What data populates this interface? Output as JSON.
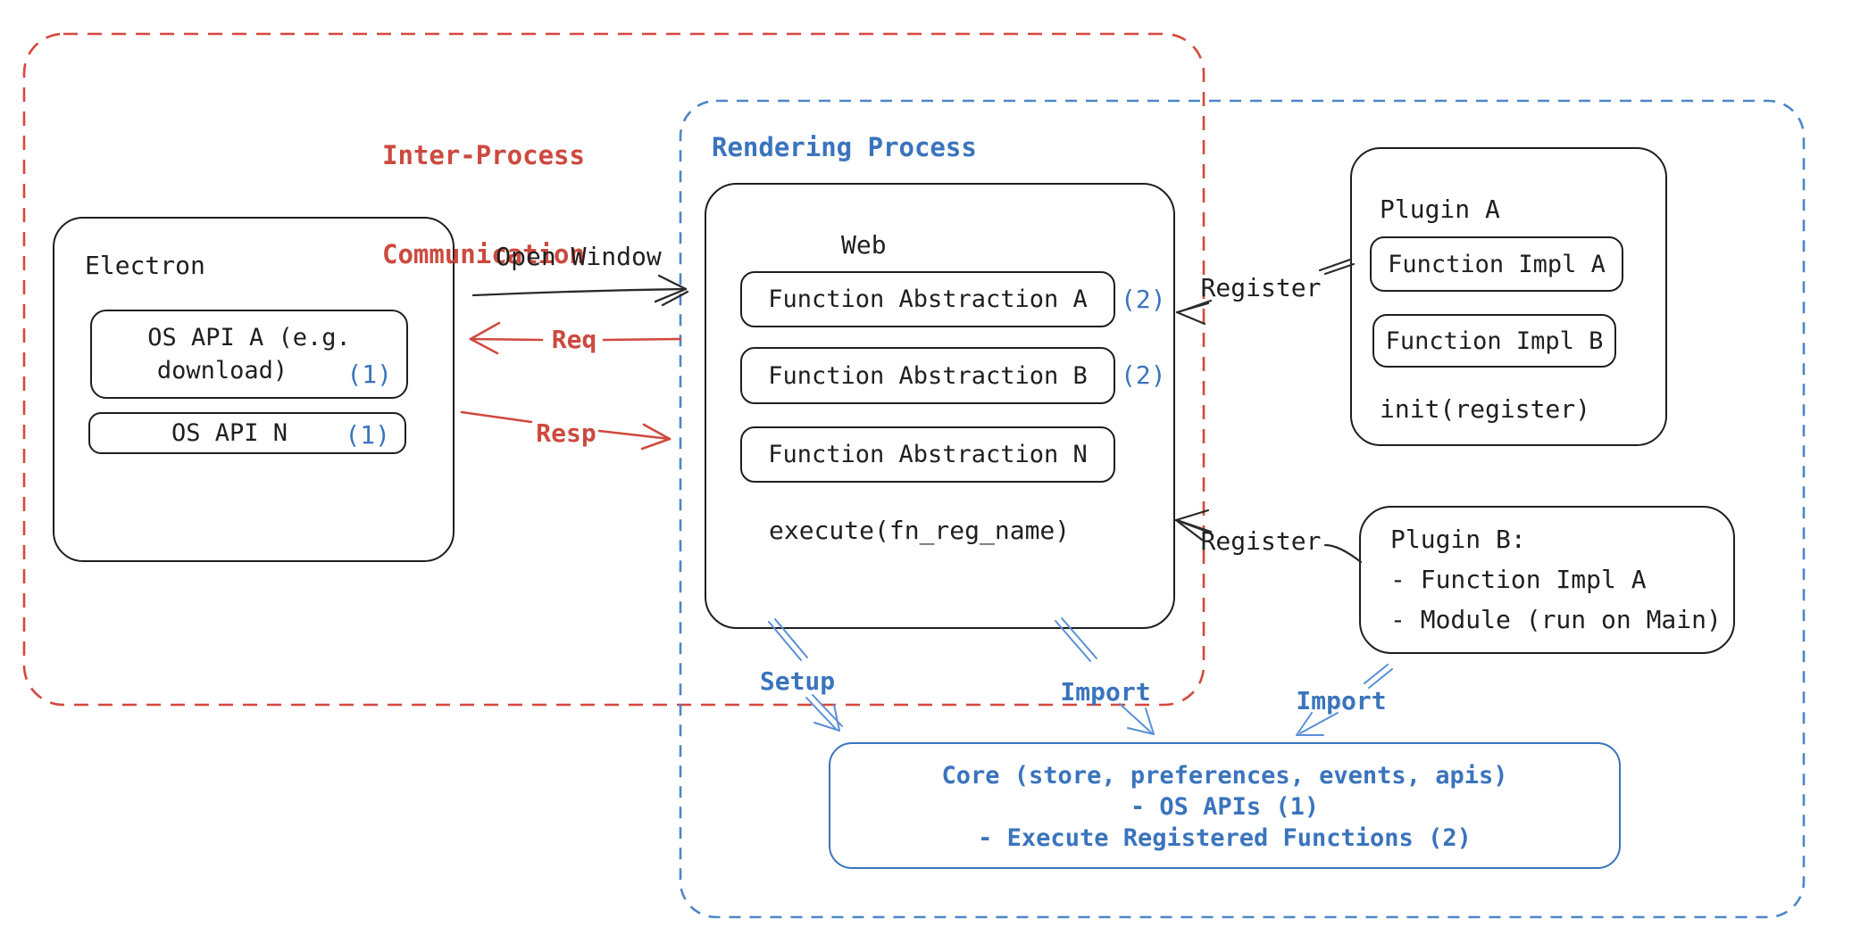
{
  "colors": {
    "red": "#cc4a3f",
    "blue": "#3a74bd",
    "ink": "#1f1f1f"
  },
  "ipc_frame": {
    "title_line1": "Inter-Process",
    "title_line2": "Communication"
  },
  "flow": {
    "open_window": "Open Window",
    "req": "Req",
    "resp": "Resp",
    "register_top": "Register",
    "register_bottom": "Register",
    "setup": "Setup",
    "import_mid": "Import",
    "import_right": "Import"
  },
  "electron": {
    "title": "Electron",
    "os_api_a": {
      "line1": "OS API A (e.g.",
      "line2": "download)",
      "ref": "(1)"
    },
    "os_api_n": {
      "label": "OS API N",
      "ref": "(1)"
    }
  },
  "rendering": {
    "title": "Rendering Process",
    "web": {
      "title": "Web",
      "items": [
        {
          "label": "Function Abstraction A",
          "ref": "(2)"
        },
        {
          "label": "Function Abstraction B",
          "ref": "(2)"
        },
        {
          "label": "Function Abstraction N",
          "ref": ""
        }
      ],
      "execute": "execute(fn_reg_name)"
    }
  },
  "plugin_a": {
    "title": "Plugin A",
    "impl_a": "Function Impl A",
    "impl_b": "Function Impl B",
    "init": "init(register)"
  },
  "plugin_b": {
    "line1": "Plugin B:",
    "line2": "- Function Impl A",
    "line3": "- Module (run on Main)"
  },
  "core": {
    "line1": "Core (store, preferences, events, apis)",
    "line2": "- OS APIs (1)",
    "line3": "- Execute Registered Functions (2)"
  }
}
